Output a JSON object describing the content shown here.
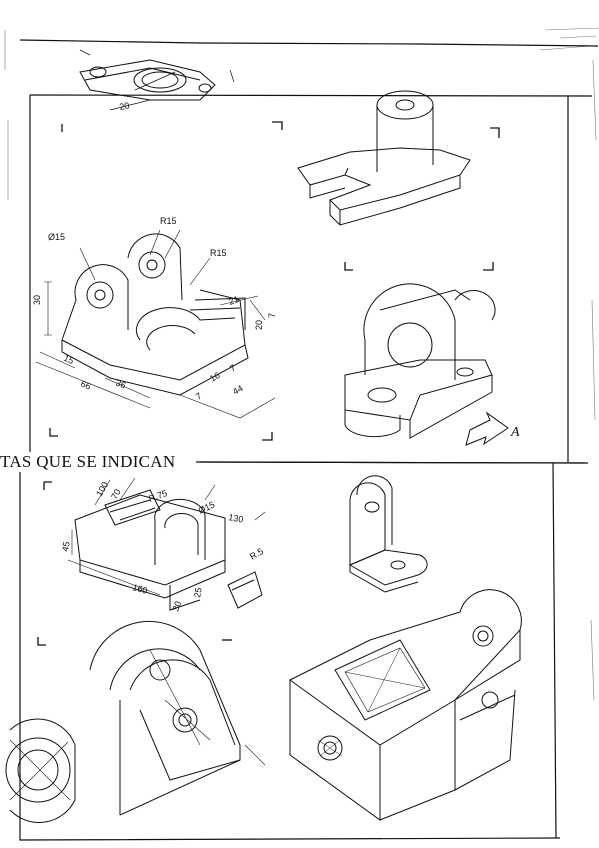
{
  "section_heading": "TAS QUE SE INDICAN",
  "figures": {
    "top_left": {
      "dims": [
        "20"
      ]
    },
    "bracket_dimensioned": {
      "labels": [
        "Ø15",
        "R15",
        "R15",
        "30",
        "15",
        "66",
        "36",
        "21",
        "16",
        "44",
        "7",
        "7",
        "20",
        "7"
      ]
    },
    "view_marker": {
      "label": "A"
    },
    "base_dimensioned": {
      "labels": [
        "100",
        "70",
        "R.75",
        "Ø15",
        "130",
        "45",
        "R.5",
        "25",
        "160",
        "30"
      ]
    }
  }
}
